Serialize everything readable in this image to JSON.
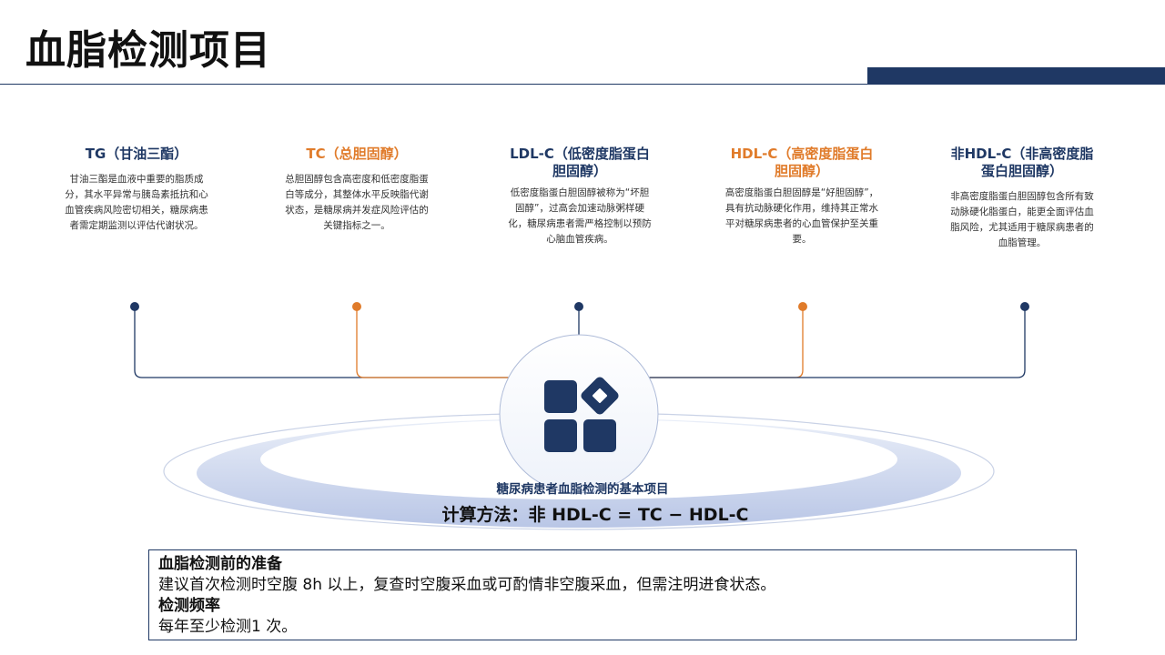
{
  "page": {
    "title": "血脂检测项目"
  },
  "items": [
    {
      "title": "TG（甘油三酯）",
      "desc": "甘油三酯是血液中重要的脂质成分，其水平异常与胰岛素抵抗和心血管疾病风险密切相关，糖尿病患者需定期监测以评估代谢状况。"
    },
    {
      "title": "TC（总胆固醇）",
      "desc": "总胆固醇包含高密度和低密度脂蛋白等成分，其整体水平反映脂代谢状态，是糖尿病并发症风险评估的关键指标之一。"
    },
    {
      "title": "LDL-C（低密度脂蛋白胆固醇）",
      "desc": "低密度脂蛋白胆固醇被称为“坏胆固醇”，过高会加速动脉粥样硬化，糖尿病患者需严格控制以预防心脑血管疾病。"
    },
    {
      "title": "HDL-C（高密度脂蛋白胆固醇）",
      "desc": "高密度脂蛋白胆固醇是“好胆固醇”，具有抗动脉硬化作用，维持其正常水平对糖尿病患者的心血管保护至关重要。"
    },
    {
      "title": "非HDL-C（非高密度脂蛋白胆固醇）",
      "desc": "非高密度脂蛋白胆固醇包含所有致动脉硬化脂蛋白，能更全面评估血脂风险，尤其适用于糖尿病患者的血脂管理。"
    }
  ],
  "hub": {
    "icon": "app-grid-icon",
    "label": "糖尿病患者血脂检测的基本项目",
    "formula": "计算方法：非 HDL-C = TC − HDL-C"
  },
  "notes": [
    {
      "heading": "血脂检测前的准备",
      "text": "建议首次检测时空腹 8h 以上，复查时空腹采血或可酌情非空腹采血，但需注明进食状态。"
    },
    {
      "heading": "检测频率",
      "text": "每年至少检测1 次。"
    }
  ],
  "colors": {
    "navy": "#1f3864",
    "orange": "#e07b2a"
  }
}
